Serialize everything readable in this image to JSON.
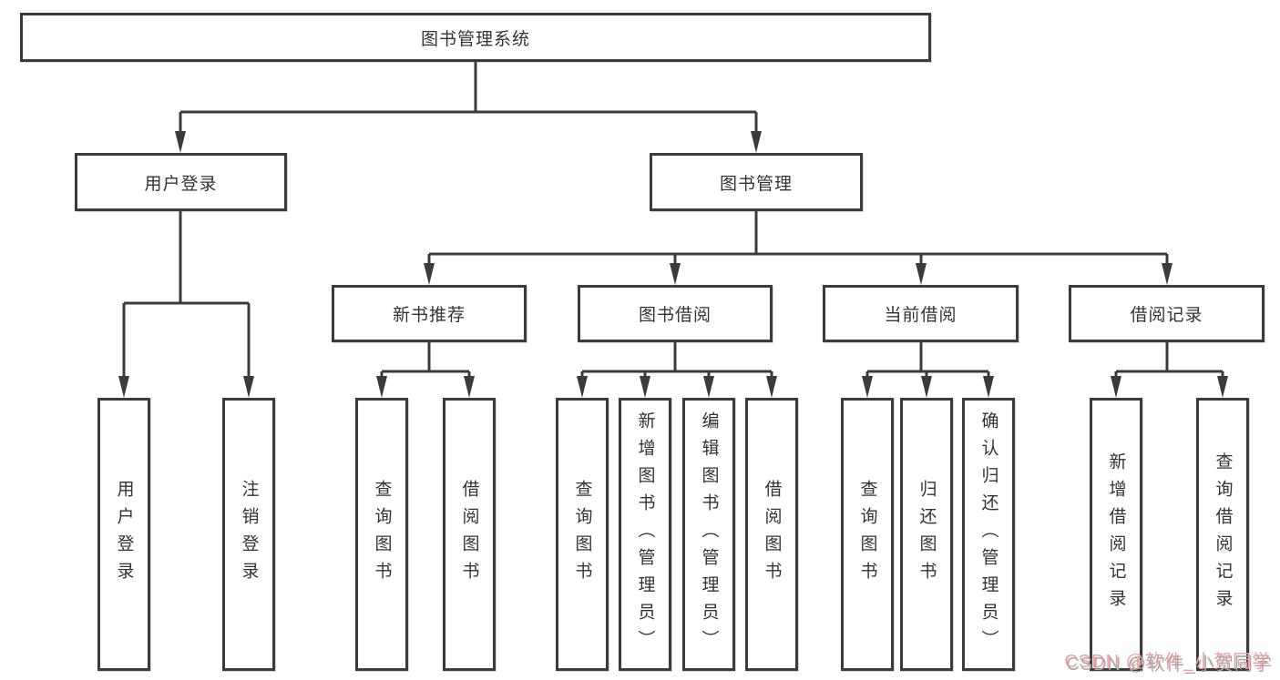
{
  "tree": {
    "root": {
      "label": "图书管理系统",
      "children": [
        {
          "label": "用户登录",
          "children": [
            {
              "label": "用户登录"
            },
            {
              "label": "注销登录"
            }
          ]
        },
        {
          "label": "图书管理",
          "children": [
            {
              "label": "新书推荐",
              "children": [
                {
                  "label": "查询图书"
                },
                {
                  "label": "借阅图书"
                }
              ]
            },
            {
              "label": "图书借阅",
              "children": [
                {
                  "label": "查询图书"
                },
                {
                  "label": "新增图书（管理员）"
                },
                {
                  "label": "编辑图书（管理员）"
                },
                {
                  "label": "借阅图书"
                }
              ]
            },
            {
              "label": "当前借阅",
              "children": [
                {
                  "label": "查询图书"
                },
                {
                  "label": "归还图书"
                },
                {
                  "label": "确认归还（管理员）"
                }
              ]
            },
            {
              "label": "借阅记录",
              "children": [
                {
                  "label": "新增借阅记录"
                },
                {
                  "label": "查询借阅记录"
                }
              ]
            }
          ]
        }
      ]
    }
  },
  "watermark": {
    "text": "CSDN @软件_小贺同学"
  },
  "colors": {
    "line": "#3b3b3b",
    "text": "#333333",
    "background": "#ffffff",
    "watermark_gray": "#a8a8a8",
    "watermark_pink": "#f69e9e"
  }
}
